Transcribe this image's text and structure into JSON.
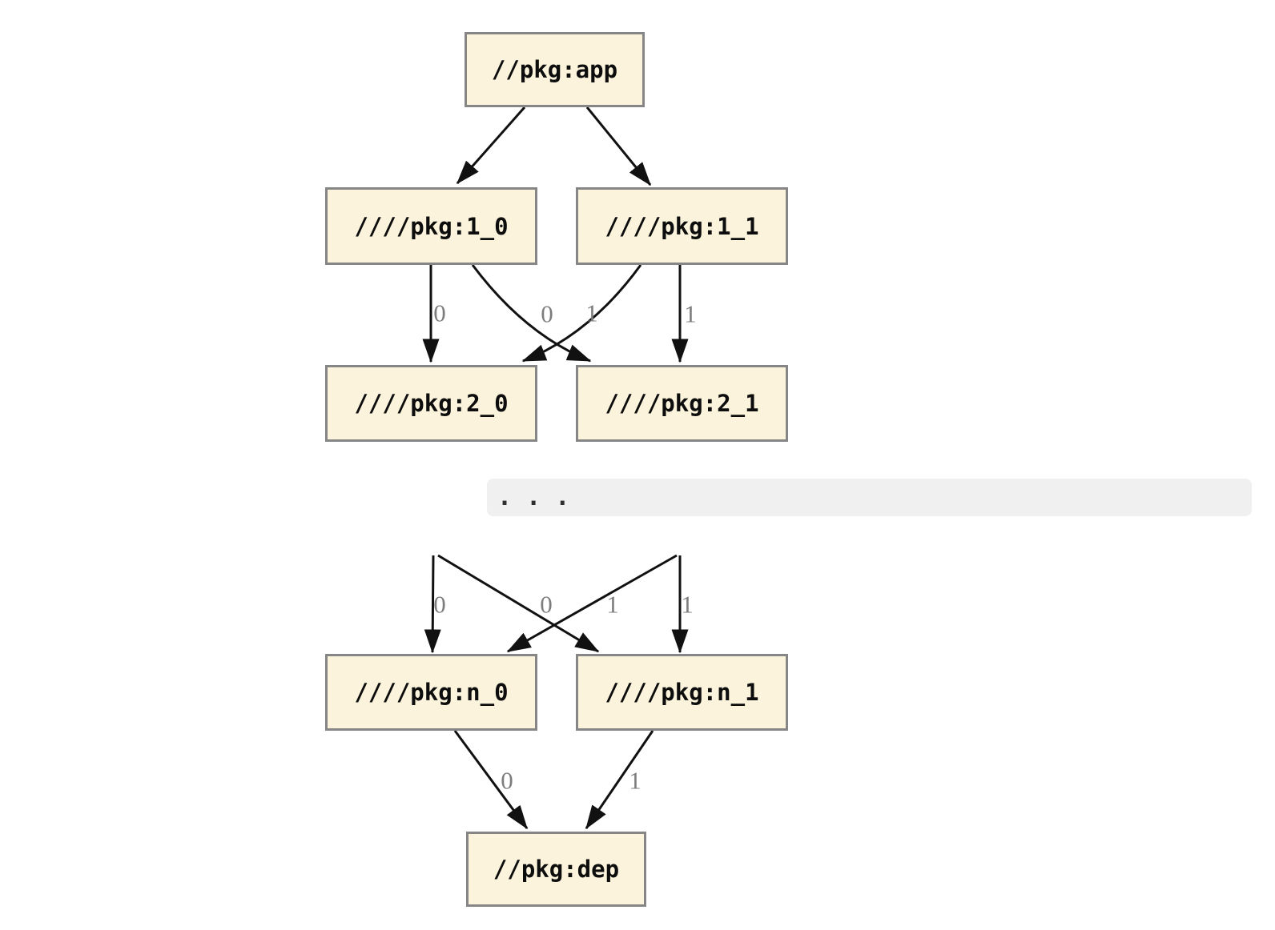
{
  "diagram": {
    "nodes": {
      "app": {
        "label": "//pkg:app"
      },
      "n1_0": {
        "label": "////pkg:1_0"
      },
      "n1_1": {
        "label": "////pkg:1_1"
      },
      "n2_0": {
        "label": "////pkg:2_0"
      },
      "n2_1": {
        "label": "////pkg:2_1"
      },
      "nn_0": {
        "label": "////pkg:n_0"
      },
      "nn_1": {
        "label": "////pkg:n_1"
      },
      "dep": {
        "label": "//pkg:dep"
      }
    },
    "ellipsis_label": ". . .",
    "edge_labels": {
      "r1_to_r2": [
        "0",
        "0",
        "1",
        "1"
      ],
      "hidden_to_rn": [
        "0",
        "0",
        "1",
        "1"
      ],
      "rn_to_dep": [
        "0",
        "1"
      ]
    },
    "colors": {
      "node_fill": "#fbf3db",
      "node_border": "#868686",
      "edge": "#111111",
      "edge_label": "#7d7d7d",
      "ellipsis_band": "#f0f0f0"
    }
  }
}
